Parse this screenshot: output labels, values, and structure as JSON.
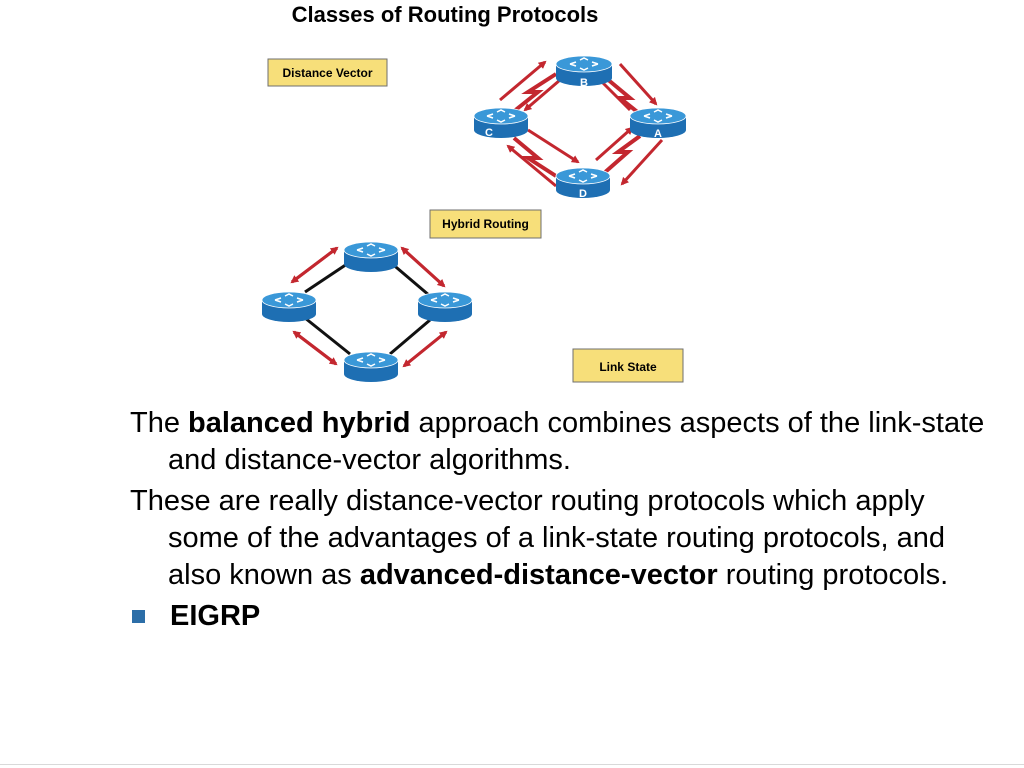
{
  "diagram": {
    "title": "Classes of Routing Protocols",
    "labels": {
      "distance_vector": "Distance Vector",
      "hybrid_routing": "Hybrid Routing",
      "link_state": "Link State"
    },
    "routers": {
      "a": "A",
      "b": "B",
      "c": "C",
      "d": "D"
    },
    "colors": {
      "label_fill": "#f7df7a",
      "label_border": "#6f6f6f",
      "router_top": "#3a98d8",
      "router_side": "#1e6fb3",
      "arrow": "#c3272f",
      "link": "#111111"
    }
  },
  "body": {
    "para1": {
      "pre": "The ",
      "bold": "balanced hybrid",
      "post": " approach combines aspects of the link-state and distance-vector algorithms."
    },
    "para2": {
      "pre": "These are really distance-vector routing protocols which apply some of the advantages of a link-state routing protocols, and also known as ",
      "bold": "advanced-distance-vector",
      "post": " routing protocols."
    },
    "bullet": "EIGRP",
    "colors": {
      "bullet": "#2c6ea8"
    }
  }
}
